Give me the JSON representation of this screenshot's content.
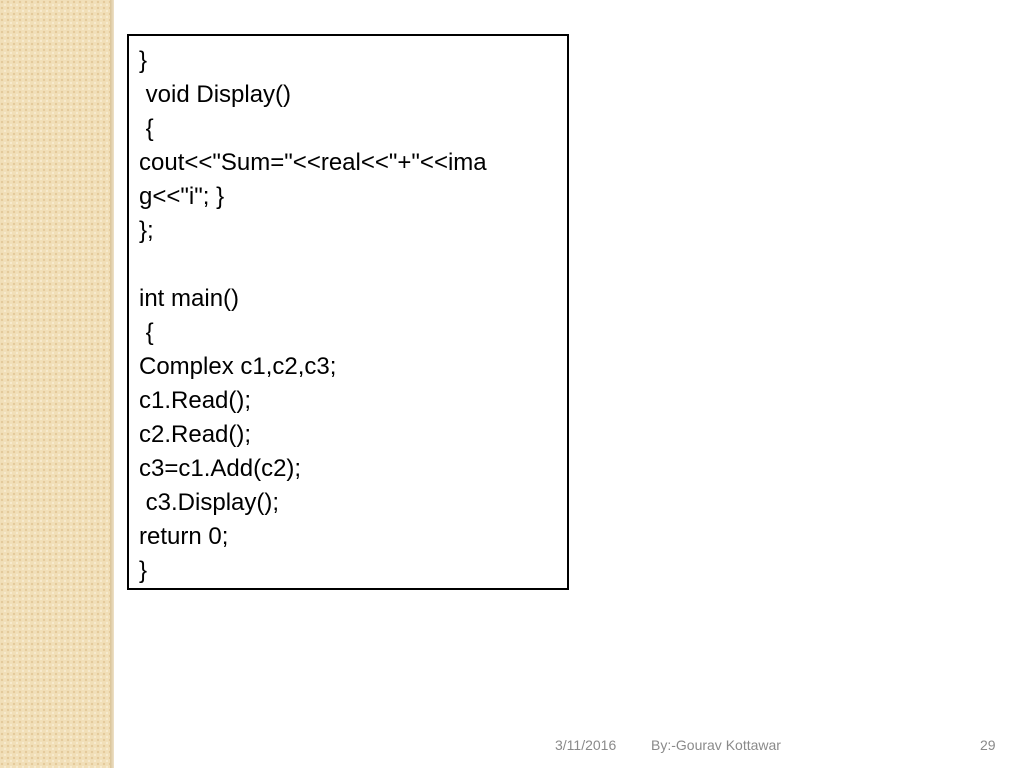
{
  "slide": {
    "code_lines": [
      "}",
      " void Display()",
      " {",
      "cout<<\"Sum=\"<<real<<\"+\"<<ima",
      "g<<\"i\"; }",
      "};",
      "",
      "int main()",
      " {",
      "Complex c1,c2,c3;",
      "c1.Read();",
      "c2.Read();",
      "c3=c1.Add(c2);",
      " c3.Display();",
      "return 0;",
      "}"
    ]
  },
  "footer": {
    "date": "3/11/2016",
    "author": "By:-Gourav Kottawar",
    "page_number": "29"
  },
  "colors": {
    "side_texture": "#f1dfb8",
    "footer_text": "#8a8a8a",
    "code_text": "#000000",
    "box_border": "#000000"
  }
}
